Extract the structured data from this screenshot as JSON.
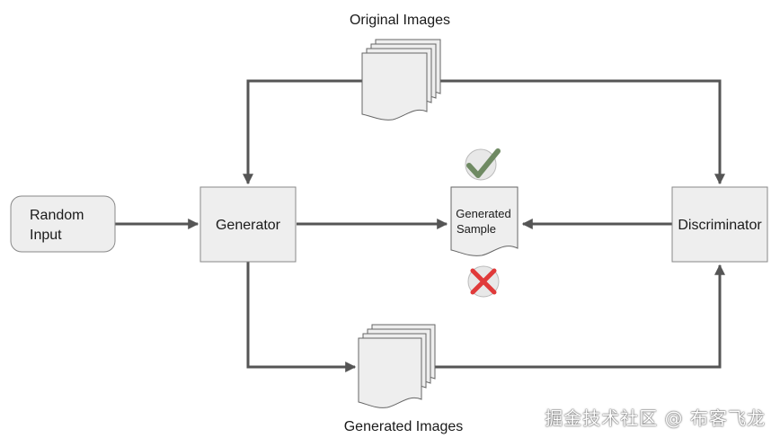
{
  "nodes": {
    "random_input": {
      "line1": "Random",
      "line2": "Input"
    },
    "generator": {
      "label": "Generator"
    },
    "discriminator": {
      "label": "Discriminator"
    },
    "generated_sample": {
      "line1": "Generated",
      "line2": "Sample"
    }
  },
  "stacks": {
    "original_images": {
      "label": "Original Images"
    },
    "generated_images": {
      "label": "Generated Images"
    }
  },
  "verdicts": {
    "real": {
      "icon": "checkmark-icon",
      "color": "#6f8a63"
    },
    "fake": {
      "icon": "cross-icon",
      "color": "#e03a3a"
    }
  },
  "watermark": "掘金技术社区 @ 布客飞龙"
}
